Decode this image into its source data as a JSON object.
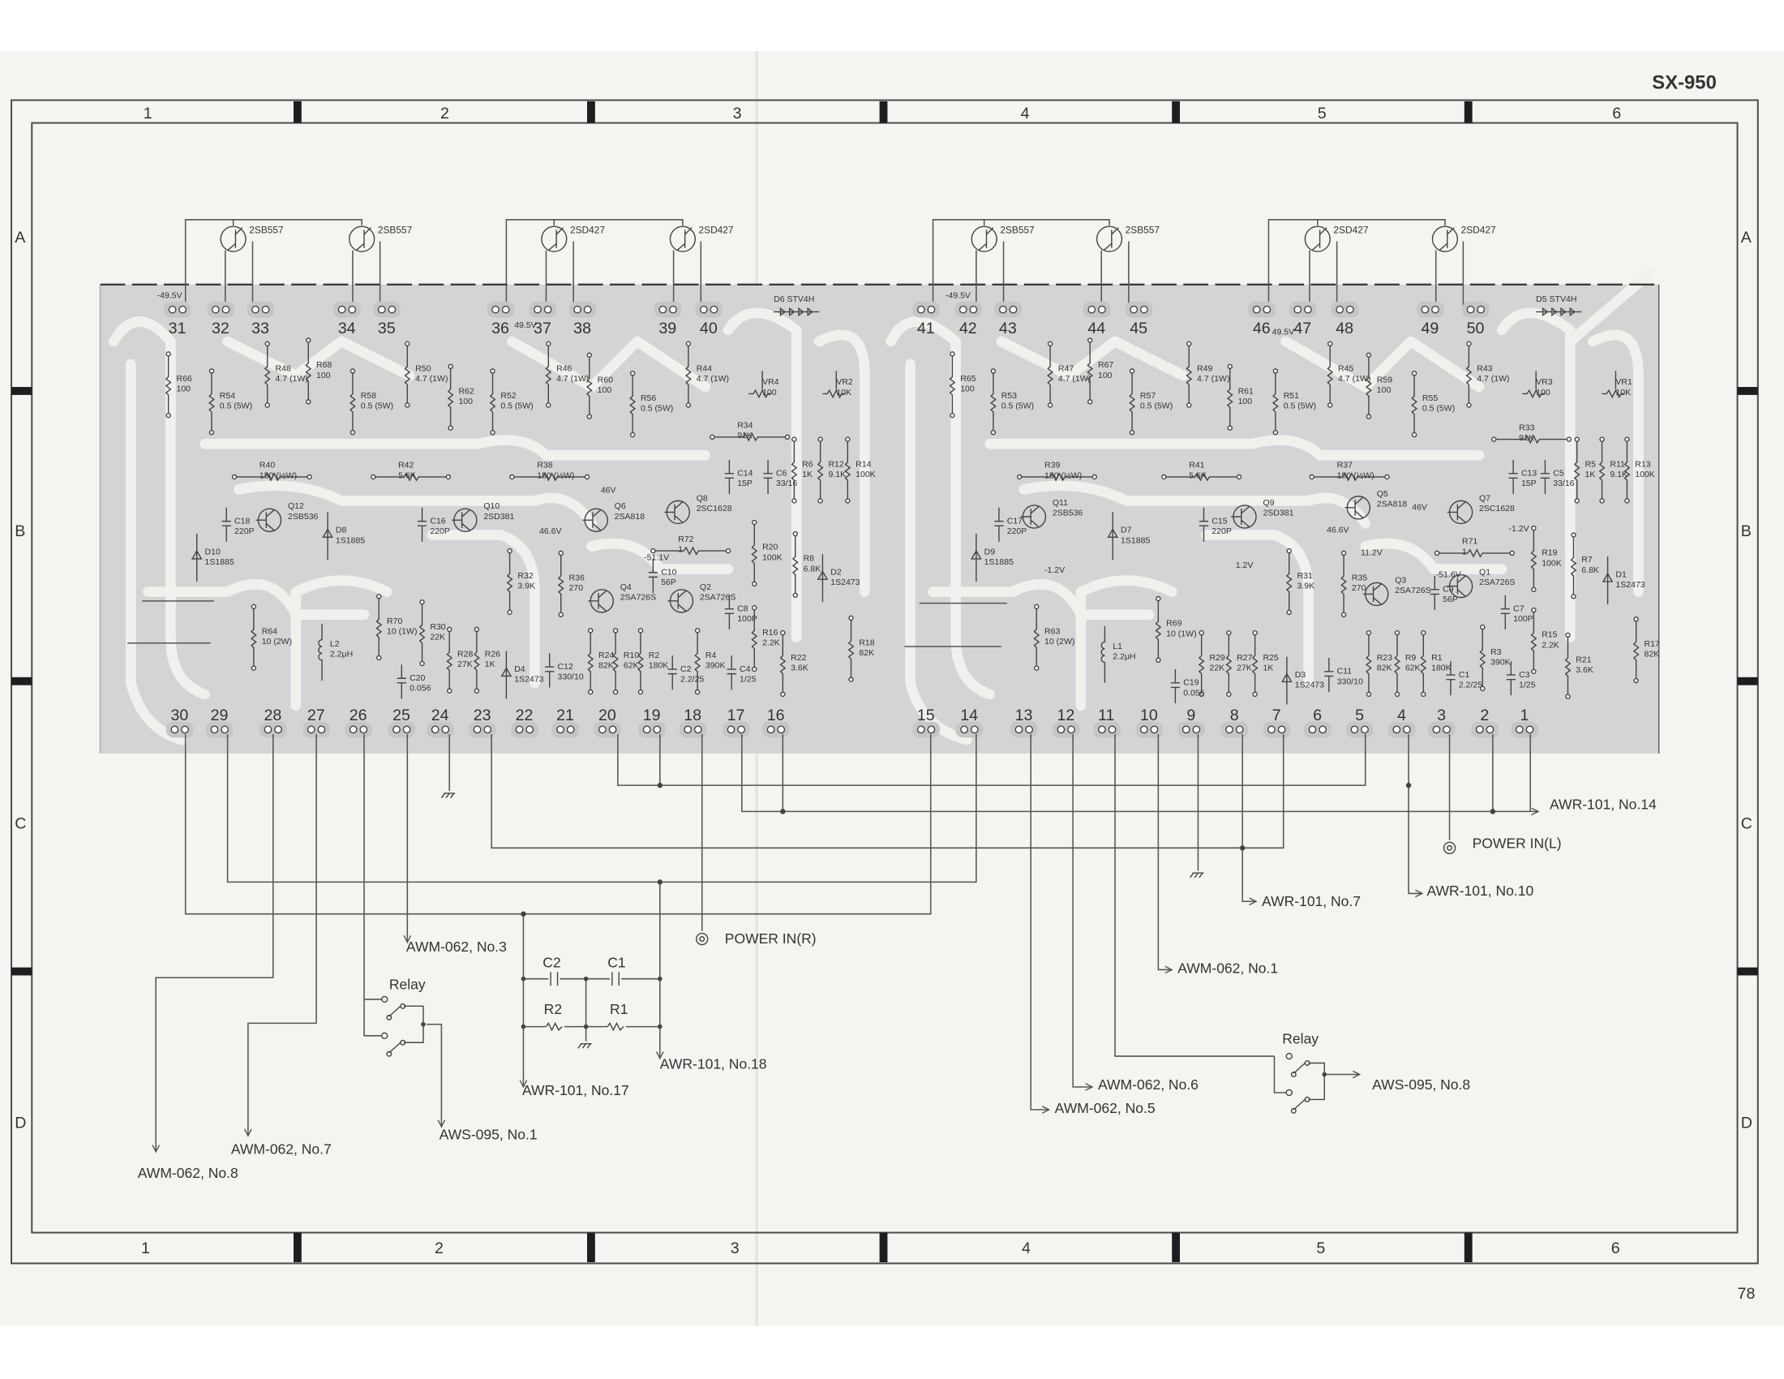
{
  "title": "SX-950",
  "page_number": "78",
  "grid": {
    "columns": [
      "1",
      "2",
      "3",
      "4",
      "5",
      "6"
    ],
    "rows": [
      "A",
      "B",
      "C",
      "D"
    ]
  },
  "terminals": {
    "top": [
      "31",
      "32",
      "33",
      "34",
      "35",
      "36",
      "37",
      "38",
      "39",
      "40",
      "41",
      "42",
      "43",
      "44",
      "45",
      "46",
      "47",
      "48",
      "49",
      "50"
    ],
    "bottom": [
      "30",
      "29",
      "28",
      "27",
      "26",
      "25",
      "24",
      "23",
      "22",
      "21",
      "20",
      "19",
      "18",
      "17",
      "16",
      "15",
      "14",
      "13",
      "12",
      "11",
      "10",
      "9",
      "8",
      "7",
      "6",
      "5",
      "4",
      "3",
      "2",
      "1"
    ]
  },
  "power_transistors": [
    "2SB557",
    "2SB557",
    "2SD427",
    "2SD427",
    "2SB557",
    "2SB557",
    "2SD427",
    "2SD427"
  ],
  "components": [
    {
      "ref": "R66",
      "value": "100"
    },
    {
      "ref": "R54",
      "value": "0.5 (5W)"
    },
    {
      "ref": "R48",
      "value": "4.7 (1W)"
    },
    {
      "ref": "R68",
      "value": "100"
    },
    {
      "ref": "R58",
      "value": "0.5 (5W)"
    },
    {
      "ref": "R50",
      "value": "4.7 (1W)"
    },
    {
      "ref": "R62",
      "value": "100"
    },
    {
      "ref": "R52",
      "value": "0.5 (5W)"
    },
    {
      "ref": "R46",
      "value": "4.7 (1W)"
    },
    {
      "ref": "R60",
      "value": "100"
    },
    {
      "ref": "R56",
      "value": "0.5 (5W)"
    },
    {
      "ref": "R44",
      "value": "4.7 (1W)"
    },
    {
      "ref": "VR4",
      "value": "100"
    },
    {
      "ref": "VR2",
      "value": "10K"
    },
    {
      "ref": "R34",
      "value": "91K"
    },
    {
      "ref": "R40",
      "value": "150 (½W)"
    },
    {
      "ref": "R42",
      "value": "5.6K"
    },
    {
      "ref": "R38",
      "value": "150 (½W)"
    },
    {
      "ref": "C14",
      "value": "15P"
    },
    {
      "ref": "C6",
      "value": "33/16"
    },
    {
      "ref": "R6",
      "value": "1K"
    },
    {
      "ref": "R12",
      "value": "9.1K"
    },
    {
      "ref": "R14",
      "value": "100K"
    },
    {
      "ref": "C18",
      "value": "220P"
    },
    {
      "ref": "Q12",
      "value": "2SB536"
    },
    {
      "ref": "D8",
      "value": "1S1885"
    },
    {
      "ref": "C16",
      "value": "220P"
    },
    {
      "ref": "Q10",
      "value": "2SD381"
    },
    {
      "ref": "Q6",
      "value": "2SA818"
    },
    {
      "ref": "Q8",
      "value": "2SC1628"
    },
    {
      "ref": "R72",
      "value": "1"
    },
    {
      "ref": "D10",
      "value": "1S1885"
    },
    {
      "ref": "R20",
      "value": "100K"
    },
    {
      "ref": "R8",
      "value": "6.8K"
    },
    {
      "ref": "D2",
      "value": "1S2473"
    },
    {
      "ref": "R32",
      "value": "3.9K"
    },
    {
      "ref": "R36",
      "value": "270"
    },
    {
      "ref": "Q4",
      "value": "2SA726S"
    },
    {
      "ref": "C10",
      "value": "56P"
    },
    {
      "ref": "Q2",
      "value": "2SA726S"
    },
    {
      "ref": "C8",
      "value": "100P"
    },
    {
      "ref": "R64",
      "value": "10 (2W)"
    },
    {
      "ref": "L2",
      "value": "2.2μH"
    },
    {
      "ref": "R70",
      "value": "10 (1W)"
    },
    {
      "ref": "R30",
      "value": "22K"
    },
    {
      "ref": "R28",
      "value": "27K"
    },
    {
      "ref": "R26",
      "value": "1K"
    },
    {
      "ref": "D4",
      "value": "1S2473"
    },
    {
      "ref": "C12",
      "value": "330/10"
    },
    {
      "ref": "C20",
      "value": "0.056"
    },
    {
      "ref": "R24",
      "value": "82K"
    },
    {
      "ref": "R10",
      "value": "62K"
    },
    {
      "ref": "R2",
      "value": "180K"
    },
    {
      "ref": "C2",
      "value": "2.2/25"
    },
    {
      "ref": "R4",
      "value": "390K"
    },
    {
      "ref": "C4",
      "value": "1/25"
    },
    {
      "ref": "R16",
      "value": "2.2K"
    },
    {
      "ref": "R22",
      "value": "3.6K"
    },
    {
      "ref": "R18",
      "value": "82K"
    },
    {
      "ref": "D6",
      "value": "STV4H"
    },
    {
      "ref": "R65",
      "value": "100"
    },
    {
      "ref": "R53",
      "value": "0.5 (5W)"
    },
    {
      "ref": "R47",
      "value": "4.7 (1W)"
    },
    {
      "ref": "R67",
      "value": "100"
    },
    {
      "ref": "R57",
      "value": "0.5 (5W)"
    },
    {
      "ref": "R49",
      "value": "4.7 (1W)"
    },
    {
      "ref": "R61",
      "value": "100"
    },
    {
      "ref": "R51",
      "value": "0.5 (5W)"
    },
    {
      "ref": "R45",
      "value": "4.7 (1W)"
    },
    {
      "ref": "R59",
      "value": "100"
    },
    {
      "ref": "R55",
      "value": "0.5 (5W)"
    },
    {
      "ref": "R43",
      "value": "4.7 (1W)"
    },
    {
      "ref": "VR3",
      "value": "100"
    },
    {
      "ref": "VR1",
      "value": "10K"
    },
    {
      "ref": "R33",
      "value": "91K"
    },
    {
      "ref": "R39",
      "value": "150 (½W)"
    },
    {
      "ref": "R41",
      "value": "5.6K"
    },
    {
      "ref": "R37",
      "value": "150 (½W)"
    },
    {
      "ref": "C13",
      "value": "15P"
    },
    {
      "ref": "C5",
      "value": "33/16"
    },
    {
      "ref": "R5",
      "value": "1K"
    },
    {
      "ref": "R11",
      "value": "9.1K"
    },
    {
      "ref": "R13",
      "value": "100K"
    },
    {
      "ref": "C17",
      "value": "220P"
    },
    {
      "ref": "Q11",
      "value": "2SB536"
    },
    {
      "ref": "D7",
      "value": "1S1885"
    },
    {
      "ref": "C15",
      "value": "220P"
    },
    {
      "ref": "Q9",
      "value": "2SD381"
    },
    {
      "ref": "Q5",
      "value": "2SA818"
    },
    {
      "ref": "Q7",
      "value": "2SC1628"
    },
    {
      "ref": "R71",
      "value": "1"
    },
    {
      "ref": "D9",
      "value": "1S1885"
    },
    {
      "ref": "R19",
      "value": "100K"
    },
    {
      "ref": "R7",
      "value": "6.8K"
    },
    {
      "ref": "D1",
      "value": "1S2473"
    },
    {
      "ref": "R31",
      "value": "3.9K"
    },
    {
      "ref": "R35",
      "value": "270"
    },
    {
      "ref": "Q3",
      "value": "2SA726S"
    },
    {
      "ref": "C9",
      "value": "56P"
    },
    {
      "ref": "Q1",
      "value": "2SA726S"
    },
    {
      "ref": "C7",
      "value": "100P"
    },
    {
      "ref": "R63",
      "value": "10 (2W)"
    },
    {
      "ref": "L1",
      "value": "2.2μH"
    },
    {
      "ref": "R69",
      "value": "10 (1W)"
    },
    {
      "ref": "R29",
      "value": "22K"
    },
    {
      "ref": "R27",
      "value": "27K"
    },
    {
      "ref": "R25",
      "value": "1K"
    },
    {
      "ref": "D3",
      "value": "1S2473"
    },
    {
      "ref": "C11",
      "value": "330/10"
    },
    {
      "ref": "C19",
      "value": "0.056"
    },
    {
      "ref": "R23",
      "value": "82K"
    },
    {
      "ref": "R9",
      "value": "62K"
    },
    {
      "ref": "R1",
      "value": "180K"
    },
    {
      "ref": "C1",
      "value": "2.2/25"
    },
    {
      "ref": "R3",
      "value": "390K"
    },
    {
      "ref": "C3",
      "value": "1/25"
    },
    {
      "ref": "R15",
      "value": "2.2K"
    },
    {
      "ref": "R21",
      "value": "3.6K"
    },
    {
      "ref": "R17",
      "value": "82K"
    },
    {
      "ref": "D5",
      "value": "STV4H"
    }
  ],
  "voltages": [
    "-49.5V",
    "49.5V",
    "46V",
    "46.6V",
    "-51.1V",
    "-49.5V",
    "49.5V",
    "46V",
    "46.6V",
    "-1.2V",
    "11.2V",
    "-1.2V",
    "1.2V",
    "-51.6V"
  ],
  "wiring": {
    "awm062_no3": "AWM-062, No.3",
    "awm062_no8": "AWM-062, No.8",
    "awm062_no7": "AWM-062, No.7",
    "aws095_no1": "AWS-095, No.1",
    "awr101_no17": "AWR-101, No.17",
    "awr101_no18": "AWR-101, No.18",
    "power_in_r": "POWER IN(R)",
    "relay_left": "Relay",
    "c2": "C2",
    "c1": "C1",
    "r2": "R2",
    "r1": "R1",
    "awr101_no14": "AWR-101, No.14",
    "power_in_l": "POWER IN(L)",
    "awr101_no7": "AWR-101, No.7",
    "awr101_no10": "AWR-101, No.10",
    "awm062_no1": "AWM-062, No.1",
    "relay_right": "Relay",
    "aws095_no8": "AWS-095, No.8",
    "awm062_no6": "AWM-062, No.6",
    "awm062_no5": "AWM-062, No.5"
  }
}
